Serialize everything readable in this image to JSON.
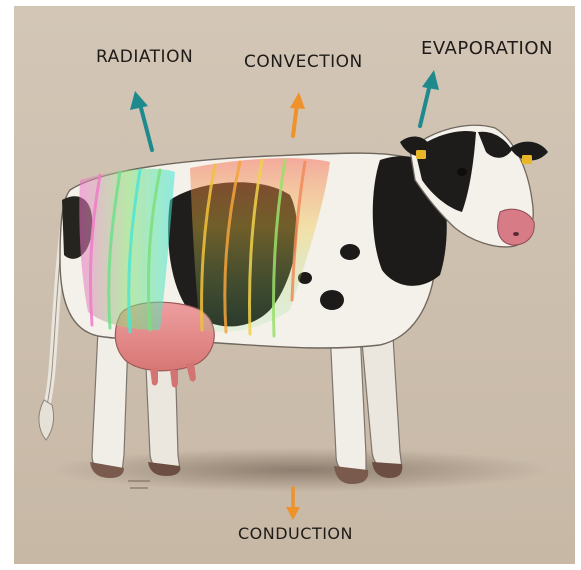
{
  "labels": {
    "radiation": "RADIATION",
    "convection": "CONVECTION",
    "evaporation": "EVAPORATION",
    "conduction": "CONDUCTION"
  },
  "colors": {
    "background": "#cdbfae",
    "arrow_teal": "#1f8a8e",
    "arrow_orange": "#f0922b",
    "cow_white": "#f4f1ea",
    "cow_black": "#1c1b1a",
    "udder_pink": "#e08e8c"
  },
  "icons": [
    "up-arrow-icon",
    "down-arrow-icon",
    "cow-illustration",
    "ear-tag-icon"
  ]
}
